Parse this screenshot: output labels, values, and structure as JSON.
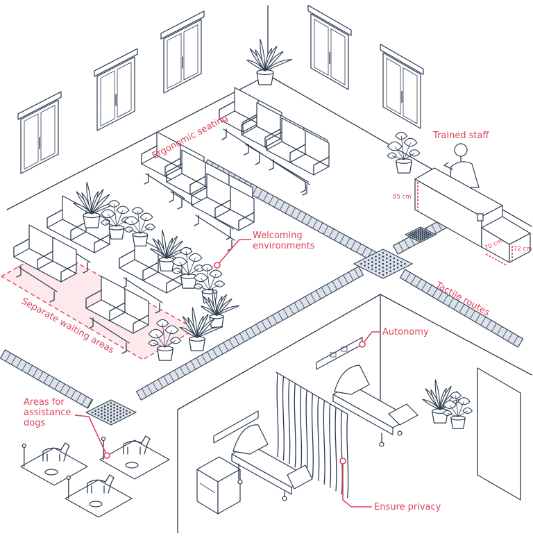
{
  "labels": {
    "ergonomic_seating": "Ergonomic seating",
    "trained_staff": "Trained staff",
    "welcoming_1": "Welcoming",
    "welcoming_2": "environments",
    "tactile_routes": "Tactile routes",
    "separate_waiting": "Separate waiting areas",
    "autonomy": "Autonomy",
    "dogs_1": "Areas for",
    "dogs_2": "assistance",
    "dogs_3": "dogs",
    "ensure_privacy": "Ensure privacy"
  },
  "dimensions": {
    "counter_height": "85 cm",
    "counter_depth": "70 cm",
    "desk_height": "72 cm"
  },
  "colors": {
    "accent": "#e0405a",
    "line": "#2b3a4f",
    "highlight_zone": "#fde9ec",
    "tactile_fill": "#dde2ea"
  }
}
